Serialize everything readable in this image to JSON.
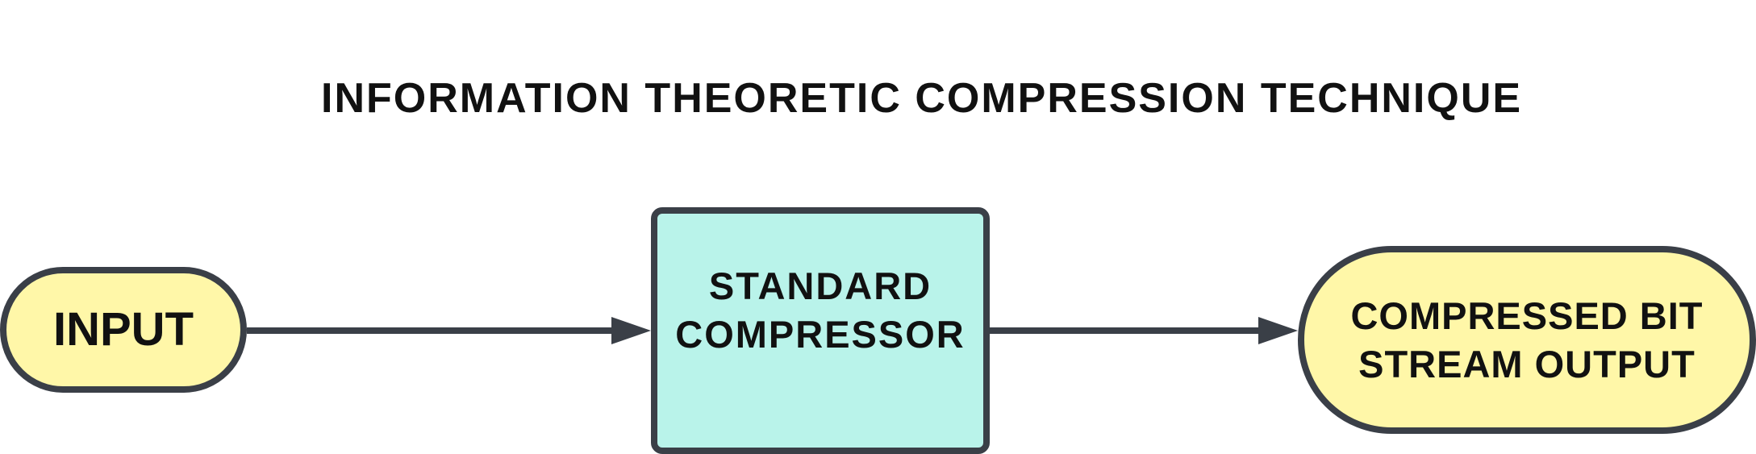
{
  "diagram": {
    "title": "INFORMATION THEORETIC COMPRESSION TECHNIQUE",
    "nodes": {
      "input": {
        "label": "INPUT",
        "shape": "pill",
        "fill": "#fff7a8"
      },
      "compressor": {
        "label": "STANDARD\nCOMPRESSOR",
        "shape": "rounded-rect",
        "fill": "#b9f3ea"
      },
      "output": {
        "label": "COMPRESSED BIT\nSTREAM OUTPUT",
        "shape": "pill",
        "fill": "#fff7a8"
      }
    },
    "edges": [
      {
        "from": "input",
        "to": "compressor"
      },
      {
        "from": "compressor",
        "to": "output"
      }
    ],
    "colors": {
      "stroke": "#3a3f47",
      "text": "#111111"
    }
  }
}
